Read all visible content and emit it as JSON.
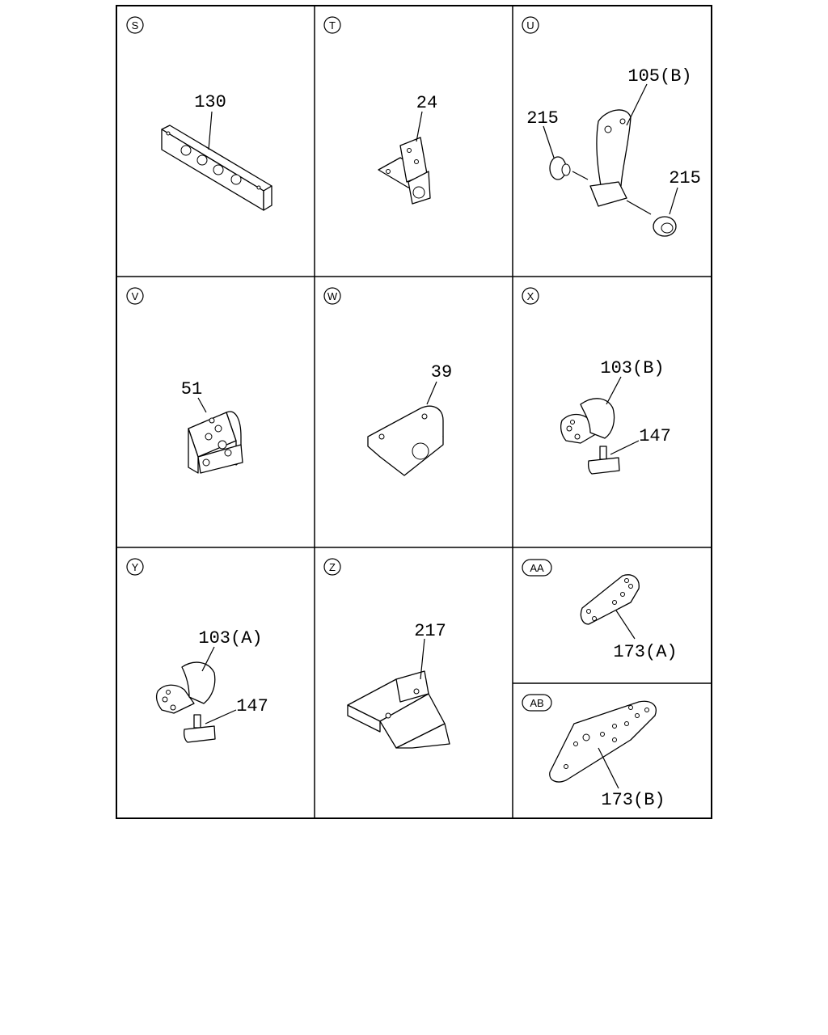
{
  "panels": {
    "S": {
      "badge": "S",
      "labels": [
        "130"
      ]
    },
    "T": {
      "badge": "T",
      "labels": [
        "24"
      ]
    },
    "U": {
      "badge": "U",
      "labels": [
        "105(B)",
        "215",
        "215"
      ]
    },
    "V": {
      "badge": "V",
      "labels": [
        "51"
      ]
    },
    "W": {
      "badge": "W",
      "labels": [
        "39"
      ]
    },
    "X": {
      "badge": "X",
      "labels": [
        "103(B)",
        "147"
      ]
    },
    "Y": {
      "badge": "Y",
      "labels": [
        "103(A)",
        "147"
      ]
    },
    "Z": {
      "badge": "Z",
      "labels": [
        "217"
      ]
    },
    "AA": {
      "badge": "AA",
      "labels": [
        "173(A)"
      ]
    },
    "AB": {
      "badge": "AB",
      "labels": [
        "173(B)"
      ]
    }
  },
  "icons": [
    "crossmember-rail-icon",
    "bracket-icon",
    "spring-hanger-icon",
    "bushing-icon",
    "mount-bracket-icon",
    "rubber-mount-icon",
    "support-bracket-icon",
    "reinforcement-plate-icon"
  ]
}
